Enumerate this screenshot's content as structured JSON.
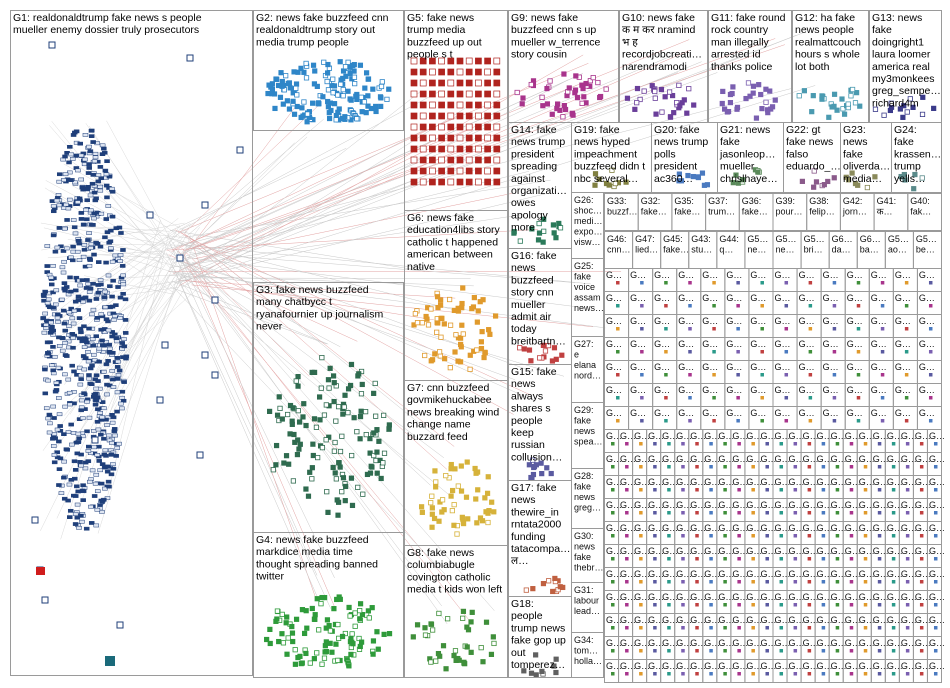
{
  "groups": [
    {
      "id": "G1",
      "lines": [
        "G1: realdonaldtrump fake news s people",
        "mueller enemy dossier truly prosecutors"
      ],
      "color": "#1f3f7a"
    },
    {
      "id": "G2",
      "lines": [
        "G2: news fake buzzfeed cnn",
        "realdonaldtrump story out",
        "media trump people"
      ],
      "color": "#2f86c8"
    },
    {
      "id": "G3",
      "lines": [
        "G3: fake news buzzfeed",
        "many chatbycc t",
        "ryanafournier up journalism",
        "never"
      ],
      "color": "#2f6b4f"
    },
    {
      "id": "G4",
      "lines": [
        "G4: news fake buzzfeed",
        "markdice media time",
        "thought spreading banned",
        "twitter"
      ],
      "color": "#2e9b3a"
    },
    {
      "id": "G5",
      "lines": [
        "G5: fake news",
        "trump media",
        "buzzfeed up out",
        "people s t"
      ],
      "color": "#b0241f"
    },
    {
      "id": "G6",
      "lines": [
        "G6: news fake",
        "education4libs story",
        "catholic t happened",
        "american between",
        "native"
      ],
      "color": "#e09a2c"
    },
    {
      "id": "G7",
      "lines": [
        "G7: cnn buzzfeed",
        "govmikehuckabee",
        "news breaking wind",
        "change name",
        "buzzard feed"
      ],
      "color": "#d6b23a"
    },
    {
      "id": "G8",
      "lines": [
        "G8: fake news",
        "columbiabugle",
        "covington catholic",
        "media t kids won left"
      ],
      "color": "#3f8f3a"
    },
    {
      "id": "G9",
      "lines": [
        "G9: news fake",
        "buzzfeed cnn s up",
        "mueller w_terrence",
        "story cousin"
      ],
      "color": "#a8348c"
    },
    {
      "id": "G10",
      "lines": [
        "G10: news fake",
        "क म कर nramind",
        "भ ह",
        "recordjobcreati…",
        "narendramodi"
      ],
      "color": "#6a3f9a"
    },
    {
      "id": "G11",
      "lines": [
        "G11: fake round",
        "rock country",
        "man illegally",
        "arrested id",
        "thanks police"
      ],
      "color": "#7a5fb0"
    },
    {
      "id": "G12",
      "lines": [
        "G12: ha fake",
        "news people",
        "realmattcouch",
        "hours s whole",
        "lot both"
      ],
      "color": "#4a9ab0"
    },
    {
      "id": "G13",
      "lines": [
        "G13: news",
        "fake",
        "doingright1",
        "laura loomer",
        "america real",
        "my3monkees",
        "greg_sempe…",
        "richard4m"
      ],
      "color": "#3a3a8a"
    },
    {
      "id": "G14",
      "lines": [
        "G14: fake",
        "news trump",
        "president",
        "spreading",
        "against",
        "organizati…",
        "owes",
        "apology",
        "more"
      ],
      "color": "#2a7a5a"
    },
    {
      "id": "G15",
      "lines": [
        "G15: fake",
        "news",
        "always",
        "shares s",
        "people",
        "keep",
        "russian",
        "collusion…"
      ],
      "color": "#5a5aa0"
    },
    {
      "id": "G16",
      "lines": [
        "G16: fake",
        "news",
        "buzzfeed",
        "story cnn",
        "mueller",
        "admit air",
        "today",
        "breitbartn…"
      ],
      "color": "#c04040"
    },
    {
      "id": "G17",
      "lines": [
        "G17: fake",
        "news",
        "thewire_in",
        "rntata2000",
        "funding",
        "tatacompa…",
        "ल…"
      ],
      "color": "#c06040"
    },
    {
      "id": "G18",
      "lines": [
        "G18:",
        "people",
        "trump news",
        "fake gop up",
        "out",
        "tomperez…"
      ],
      "color": "#606060"
    },
    {
      "id": "G19",
      "lines": [
        "G19: fake",
        "news hyped",
        "impeachment",
        "buzzfeed didn t",
        "nbc several…"
      ],
      "color": "#808040"
    },
    {
      "id": "G20",
      "lines": [
        "G20: fake",
        "news trump",
        "polls",
        "president",
        "ac360…"
      ],
      "color": "#4a7ac0"
    },
    {
      "id": "G21",
      "lines": [
        "G21: news",
        "fake",
        "jasonleop…",
        "mueller",
        "chrislhaye…"
      ],
      "color": "#5a8a5a"
    },
    {
      "id": "G22",
      "lines": [
        "G22: gt",
        "fake news",
        "falso",
        "eduardo_…"
      ],
      "color": "#8a5a8a"
    },
    {
      "id": "G23",
      "lines": [
        "G23:",
        "news",
        "fake",
        "oliverda…",
        "media…"
      ],
      "color": "#8a8a5a"
    },
    {
      "id": "G24",
      "lines": [
        "G24:",
        "fake",
        "krassen…",
        "trump",
        "yells…"
      ],
      "color": "#5a8a8a"
    }
  ],
  "small_groups": [
    {
      "id": "G26",
      "lines": [
        "G26:",
        "shoc…",
        "medi…",
        "expo…",
        "visw…"
      ]
    },
    {
      "id": "G25",
      "lines": [
        "G25:",
        "fake",
        "voice",
        "assam",
        "news…"
      ]
    },
    {
      "id": "G27",
      "lines": [
        "G27:",
        "e",
        "elana",
        "nord…"
      ]
    },
    {
      "id": "G29",
      "lines": [
        "G29:",
        "fake",
        "news",
        "spea…"
      ]
    },
    {
      "id": "G28",
      "lines": [
        "G28:",
        "fake",
        "news",
        "greg…"
      ]
    },
    {
      "id": "G30",
      "lines": [
        "G30:",
        "news",
        "fake",
        "thebr…"
      ]
    },
    {
      "id": "G31",
      "lines": [
        "G31:",
        "labour",
        "lead…"
      ]
    },
    {
      "id": "G34",
      "lines": [
        "G34:",
        "tom…",
        "holla…"
      ]
    }
  ],
  "tiny_rows": [
    [
      "G33: buzzf…",
      "G32: fake…",
      "G35: fake…",
      "G37: trum…",
      "G36: fake…",
      "G39: pour…",
      "G38: felip…",
      "G42: jorn…",
      "G41: क…",
      "G40: fak…"
    ],
    [
      "G46: cnn…",
      "G47: lied…",
      "G45: fake…",
      "G43: stu…",
      "G44: q…",
      "G5… ne…",
      "G5… ne…",
      "G5… bri…",
      "G6… da…",
      "G6… ba…",
      "G5… ao…",
      "G5… be…"
    ]
  ]
}
